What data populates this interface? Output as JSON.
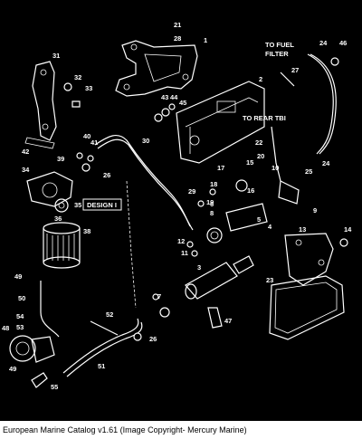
{
  "caption": "European Marine Catalog v1.61 (Image Copyright- Mercury Marine)",
  "callouts": {
    "to_fuel_filter_1": "TO FUEL",
    "to_fuel_filter_2": "FILTER",
    "to_rear_tbi": "TO REAR TBI",
    "design": "DESIGN I"
  },
  "part_numbers": [
    "21",
    "28",
    "1",
    "24",
    "46",
    "31",
    "27",
    "32",
    "33",
    "2",
    "43",
    "44",
    "45",
    "40",
    "41",
    "39",
    "42",
    "34",
    "30",
    "22",
    "26",
    "15",
    "17",
    "20",
    "10",
    "25",
    "24",
    "18",
    "29",
    "19",
    "16",
    "35",
    "8",
    "6",
    "36",
    "38",
    "5",
    "4",
    "9",
    "12",
    "11",
    "3",
    "14",
    "13",
    "49",
    "23",
    "50",
    "7",
    "47",
    "54",
    "53",
    "48",
    "49",
    "52",
    "26",
    "51",
    "55"
  ],
  "colors": {
    "background": "#000000",
    "lines": "#ffffff",
    "caption_bg": "#ffffff"
  }
}
